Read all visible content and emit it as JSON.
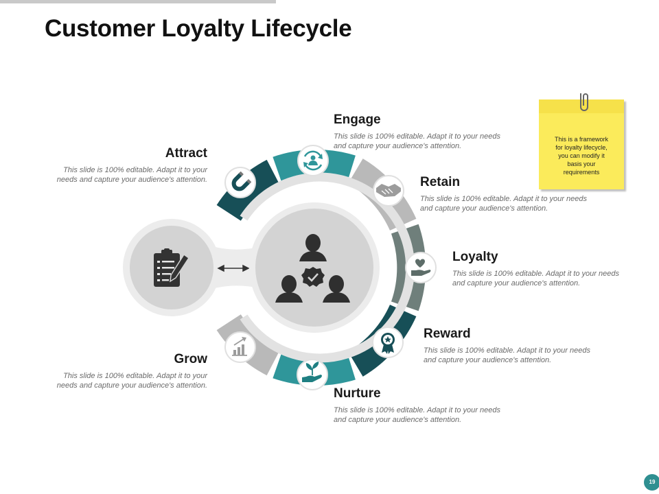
{
  "title": "Customer Loyalty Lifecycle",
  "stages": [
    {
      "heading": "Engage",
      "desc_line1": "This slide is 100% editable. Adapt it to your needs",
      "desc_line2": "and capture your audience's attention."
    },
    {
      "heading": "Retain",
      "desc_line1": "This slide is 100% editable. Adapt it to your needs",
      "desc_line2": "and capture your audience's attention."
    },
    {
      "heading": "Loyalty",
      "desc_line1": "This slide is 100% editable. Adapt it to your needs",
      "desc_line2": "and capture your audience's attention."
    },
    {
      "heading": "Reward",
      "desc_line1": "This slide is 100% editable. Adapt it to your needs",
      "desc_line2": "and capture your audience's attention."
    },
    {
      "heading": "Nurture",
      "desc_line1": "This slide is 100% editable. Adapt it to your needs",
      "desc_line2": "and capture your audience's attention."
    },
    {
      "heading": "Grow",
      "desc_line1": "This slide is 100% editable. Adapt it to your",
      "desc_line2": "needs and capture your audience's attention."
    },
    {
      "heading": "Attract",
      "desc_line1": "This slide is 100% editable. Adapt it to your",
      "desc_line2": "needs and capture your audience's attention."
    }
  ],
  "note": {
    "line1": "This is a framework",
    "line2": "for loyalty lifecycle,",
    "line3": "you can modify it",
    "line4": "basis your",
    "line5": "requirements"
  },
  "page_number": "19",
  "colors": {
    "dark_teal": "#174f57",
    "teal": "#2f969a",
    "light_gray": "#b9b9b9",
    "slate": "#6f7f7b",
    "center_gray": "#d3d3d3",
    "icon_dark": "#333333",
    "note_yellow": "#fbeb5b"
  },
  "icons": [
    "magnet-icon",
    "refresh-user-icon",
    "handshake-icon",
    "heart-hand-icon",
    "award-badge-icon",
    "plant-hand-icon",
    "growth-chart-icon",
    "clipboard-icon",
    "team-check-icon",
    "paperclip-icon"
  ]
}
